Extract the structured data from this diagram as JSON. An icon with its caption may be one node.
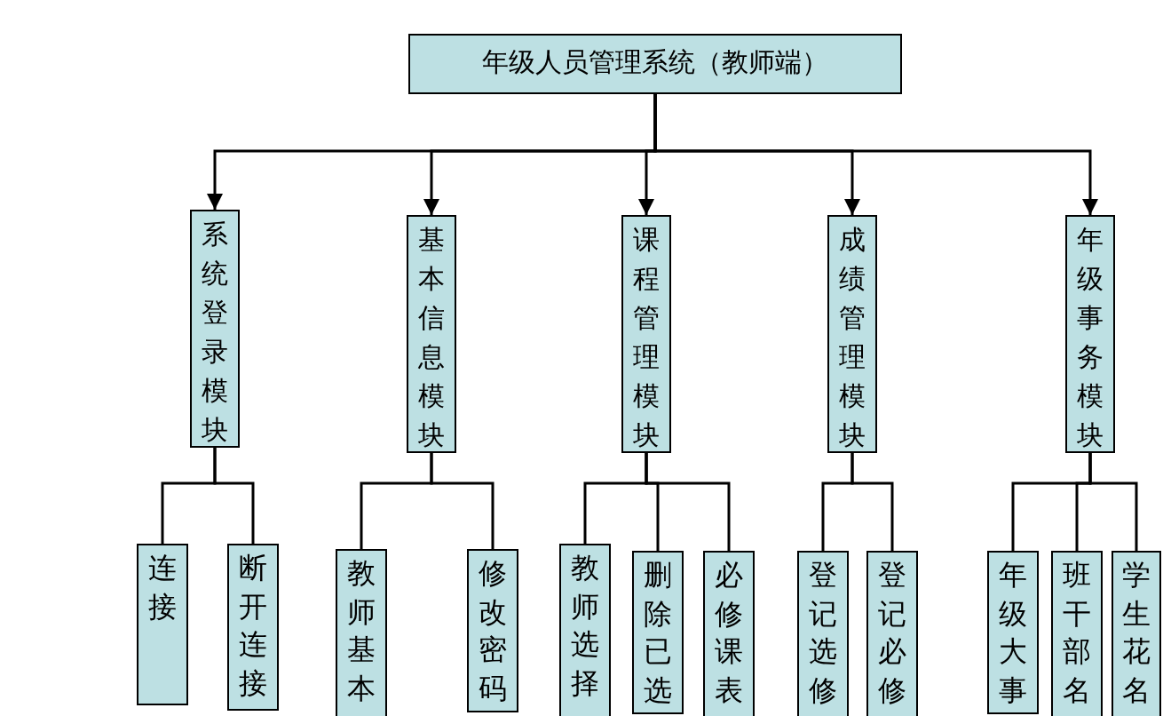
{
  "diagram": {
    "nodes": [
      {
        "text": [
          "年级人员管理系统（教师端）"
        ]
      },
      {
        "text": [
          "系统登录模块"
        ]
      },
      {
        "text": [
          "基本信息模块"
        ]
      },
      {
        "text": [
          "课程管理模块"
        ]
      },
      {
        "text": [
          "成绩管理模块"
        ]
      },
      {
        "text": [
          "年级事务模块"
        ]
      },
      {
        "text": [
          "连接"
        ]
      },
      {
        "text": [
          "断开连接"
        ]
      },
      {
        "text": [
          "教师基本"
        ]
      },
      {
        "text": [
          "修改密码"
        ]
      },
      {
        "text": [
          "教师选择"
        ]
      },
      {
        "text": [
          "删除已选"
        ]
      },
      {
        "text": [
          "必修课表"
        ]
      },
      {
        "text": [
          "登记选修"
        ]
      },
      {
        "text": [
          "登记必修"
        ]
      },
      {
        "text": [
          "年级大事"
        ]
      },
      {
        "text": [
          "班干部名"
        ]
      },
      {
        "text": [
          "学生花名"
        ]
      }
    ],
    "edges": [
      {
        "from": 0,
        "to": 1,
        "arrow": "to"
      },
      {
        "from": 0,
        "to": 2,
        "arrow": "to"
      },
      {
        "from": 0,
        "to": 3,
        "arrow": "to"
      },
      {
        "from": 0,
        "to": 4,
        "arrow": "to"
      },
      {
        "from": 0,
        "to": 5,
        "arrow": "to"
      },
      {
        "from": 1,
        "to": 6,
        "arrow": "none"
      },
      {
        "from": 1,
        "to": 7,
        "arrow": "none"
      },
      {
        "from": 2,
        "to": 8,
        "arrow": "none"
      },
      {
        "from": 2,
        "to": 9,
        "arrow": "none"
      },
      {
        "from": 3,
        "to": 10,
        "arrow": "none"
      },
      {
        "from": 3,
        "to": 11,
        "arrow": "none"
      },
      {
        "from": 3,
        "to": 12,
        "arrow": "none"
      },
      {
        "from": 4,
        "to": 13,
        "arrow": "none"
      },
      {
        "from": 4,
        "to": 14,
        "arrow": "none"
      },
      {
        "from": 5,
        "to": 15,
        "arrow": "none"
      },
      {
        "from": 5,
        "to": 16,
        "arrow": "none"
      },
      {
        "from": 5,
        "to": 17,
        "arrow": "none"
      }
    ]
  }
}
